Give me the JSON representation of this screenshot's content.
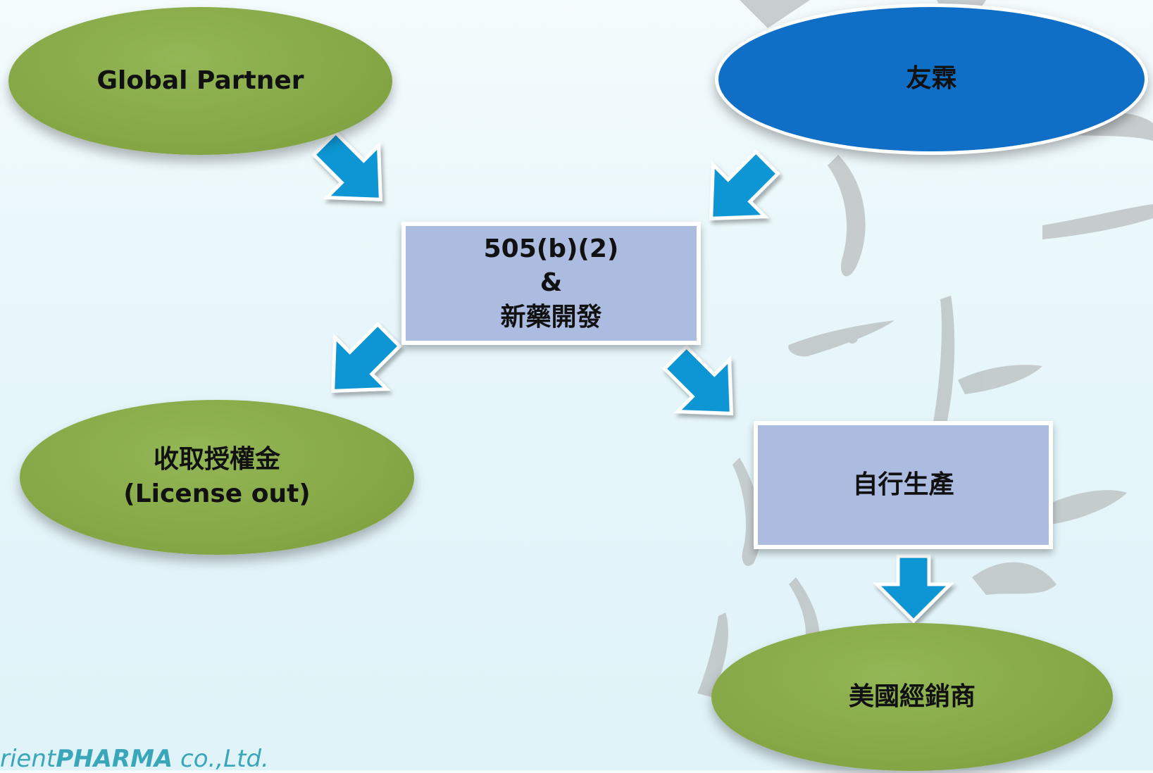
{
  "nodes": {
    "global_partner": "Global Partner",
    "youlin": "友霖",
    "center_lines": [
      "505(b)(2)",
      "&",
      "新藥開發"
    ],
    "license_lines": [
      "收取授權金",
      "(License out)"
    ],
    "self_production": "自行生產",
    "us_distributor": "美國經銷商"
  },
  "logo": {
    "prefix": "rient",
    "brand": "PHARMA",
    "suffix": " co.,Ltd."
  },
  "colors": {
    "green": "#86a846",
    "blue": "#0f6fc6",
    "box": "#abbce0",
    "arrow": "#1096d3"
  }
}
